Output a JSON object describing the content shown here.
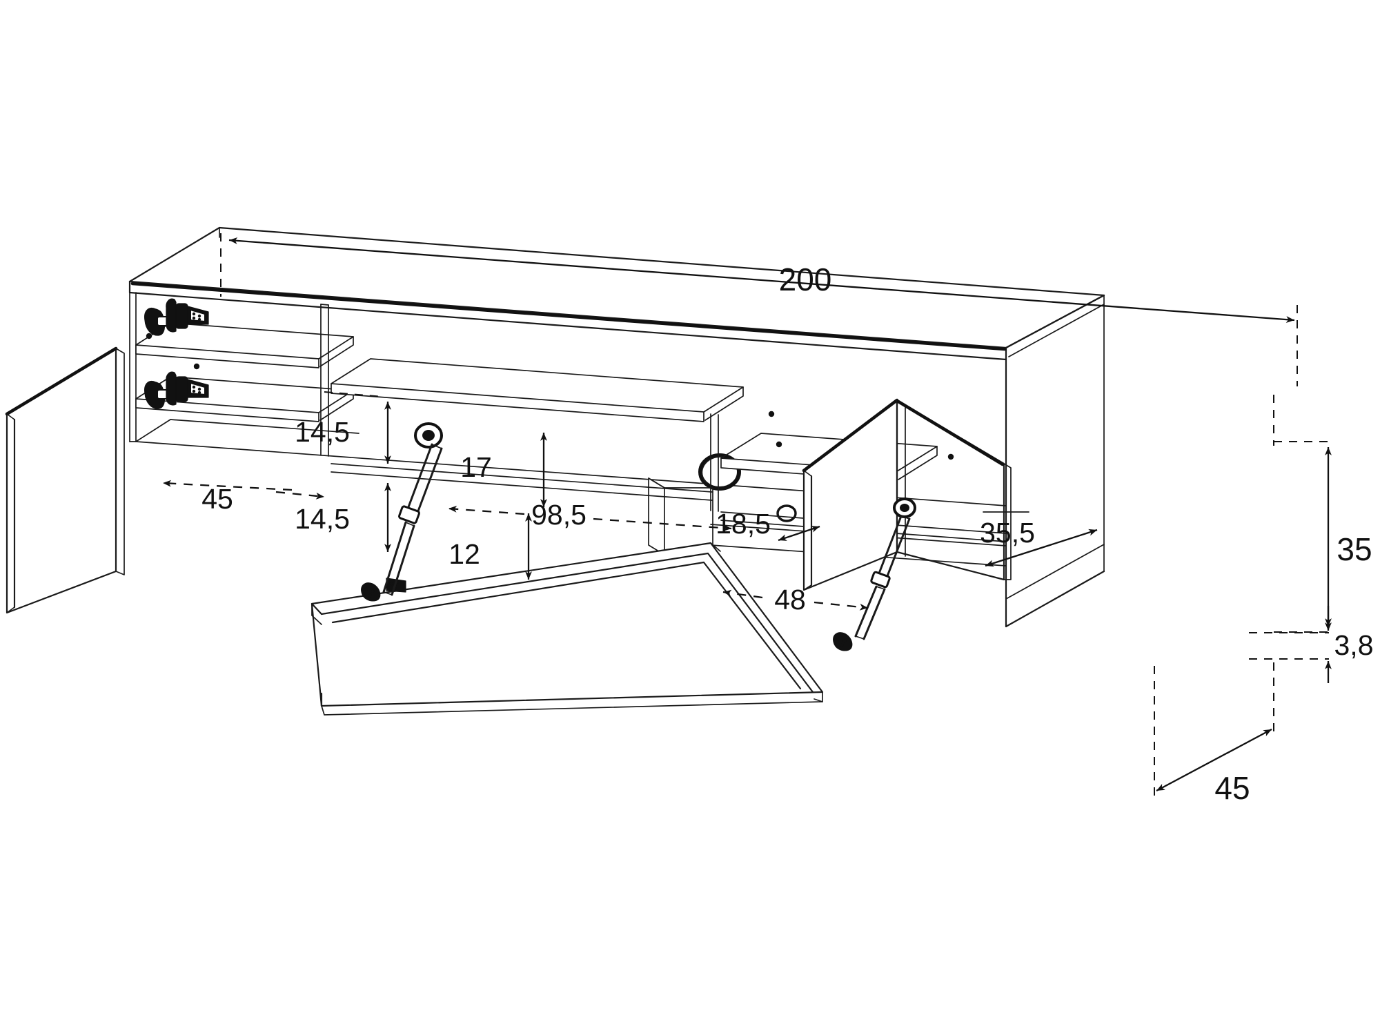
{
  "drawing": {
    "type": "technical-line-drawing",
    "subject": "TV media cabinet / lowboard, isometric exploded view",
    "units": "cm",
    "background_color": "#ffffff",
    "line_color": "#1a1a1a",
    "text_color": "#111111"
  },
  "dimensions": {
    "overall_width": "200",
    "left_compartment_upper_height": "14,5",
    "left_compartment_lower_height": "14,5",
    "left_depth": "45",
    "center_compartment_height": "17",
    "center_opening_width": "98,5",
    "center_divider_offset": "18,5",
    "flap_opening_height": "12",
    "lower_center_width": "48",
    "right_compartment_depth": "35,5",
    "overall_height": "35",
    "plinth_height": "3,8",
    "overall_depth": "45"
  },
  "labels": {
    "width_200": "200",
    "upper_left_145": "14,5",
    "lower_left_145": "14,5",
    "left_depth_45": "45",
    "center_17": "17",
    "center_985": "98,5",
    "center_185": "18,5",
    "flap_12": "12",
    "lower_48": "48",
    "right_355": "35,5",
    "height_35": "35",
    "plinth_38": "3,8",
    "depth_45": "45"
  },
  "components": [
    {
      "name": "left-door-panel",
      "description": "hinged door swung open to the left"
    },
    {
      "name": "left-upper-hinge",
      "description": "concealed cup hinge, upper"
    },
    {
      "name": "left-lower-hinge",
      "description": "concealed cup hinge, lower"
    },
    {
      "name": "left-shelf-upper",
      "description": "horizontal shelf in left compartment"
    },
    {
      "name": "left-shelf-lower",
      "description": "horizontal shelf in left compartment"
    },
    {
      "name": "center-shelf",
      "description": "shelf inside center compartment"
    },
    {
      "name": "cable-grommet",
      "description": "round cable pass-through hole in back panel"
    },
    {
      "name": "flap-door",
      "description": "drop-down flap door shown open horizontally"
    },
    {
      "name": "flap-stay-left",
      "description": "gas-strut / lift stay on left of flap"
    },
    {
      "name": "flap-stay-right",
      "description": "gas-strut / lift stay on right of flap"
    },
    {
      "name": "center-divider",
      "description": "vertical divider panel below center shelf"
    },
    {
      "name": "right-door-panel",
      "description": "hinged door swung open to the right"
    },
    {
      "name": "plinth",
      "description": "recessed base plinth"
    },
    {
      "name": "carcass-top",
      "description": "top panel of cabinet"
    }
  ]
}
